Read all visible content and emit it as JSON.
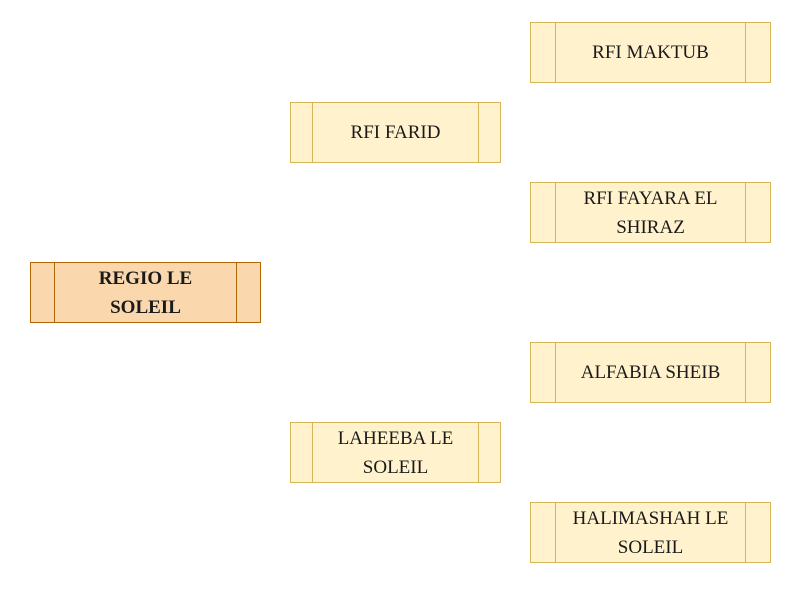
{
  "colors": {
    "root_fill": "#fad7ac",
    "root_border": "#b46504",
    "node_fill": "#fff2cc",
    "node_border": "#d6b656"
  },
  "pedigree": {
    "subject": "REGIO LE SOLEIL",
    "sire": "RFI FARID",
    "dam": "LAHEEBA LE SOLEIL",
    "sire_sire": "RFI MAKTUB",
    "sire_dam": "RFI FAYARA EL SHIRAZ",
    "dam_sire": "ALFABIA SHEIB",
    "dam_dam": "HALIMASHAH LE SOLEIL"
  }
}
